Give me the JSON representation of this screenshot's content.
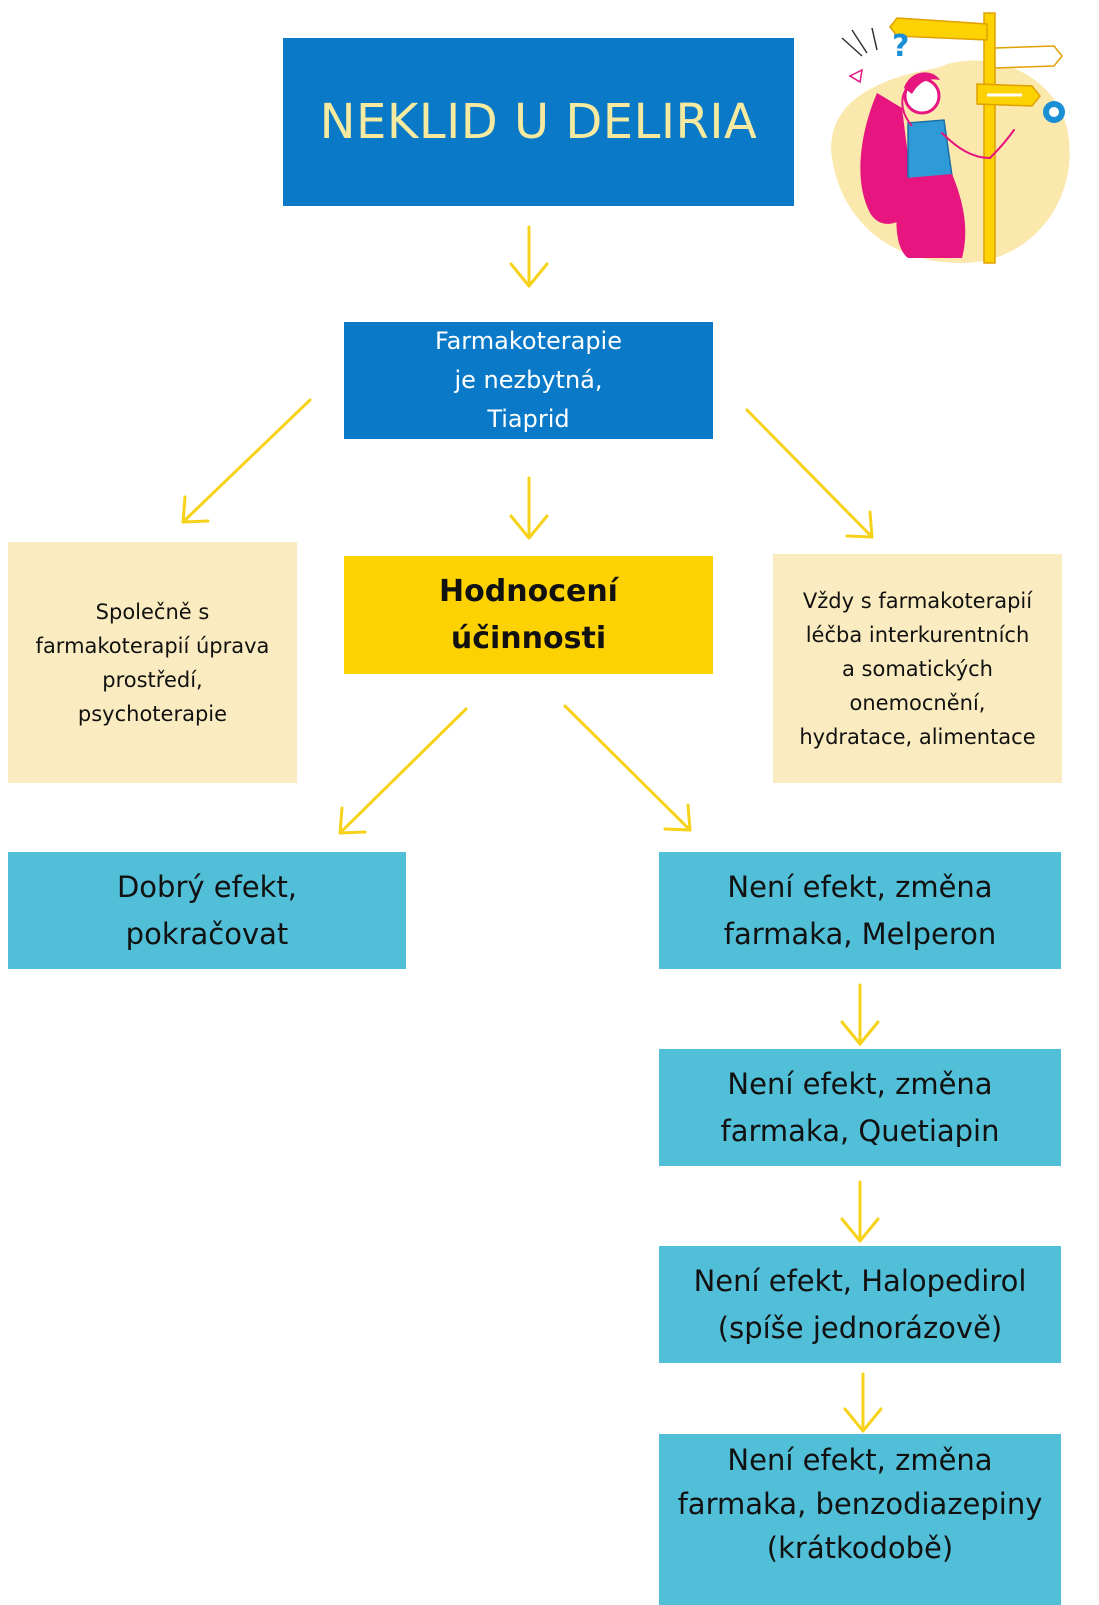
{
  "title": "NEKLID U DELIRIA",
  "pharmacotherapy": "Farmakoterapie\nje nezbytná,\nTiaprid",
  "left_note": "Společně s\nfarmakoterapií úprava\nprostředí,\npsychoterapie",
  "evaluation": "Hodnocení\núčinnosti",
  "right_note": "Vždy s farmakoterapií\nléčba interkurentních\na somatických\nonemocnění,\nhydratace, alimentace",
  "good_effect": "Dobrý efekt,\npokračovat",
  "steps": [
    "Není efekt, změna\nfarmaka, Melperon",
    "Není efekt, změna\nfarmaka, Quetiapin",
    "Není efekt, Halopedirol\n(spíše jednorázově)",
    "Není efekt, změna\nfarmaka, benzodiazepiny\n(krátkodobě)"
  ],
  "colors": {
    "title_bg": "#0a7ac8",
    "title_text": "#f5eaa0",
    "evaluation_bg": "#fcd202",
    "note_bg": "#faecc0",
    "step_bg": "#52bfd8",
    "arrow": "#f7d21a"
  },
  "icons": {
    "illustration": "confused-woman-signpost-icon",
    "arrow": "arrow-down-icon"
  }
}
